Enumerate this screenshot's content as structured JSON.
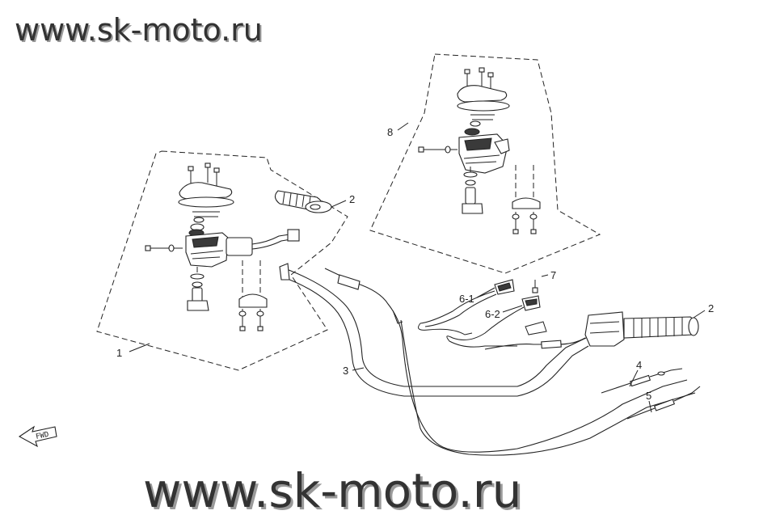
{
  "watermark": {
    "top": "www.sk-moto.ru",
    "bottom": "www.sk-moto.ru"
  },
  "direction_label": "FWD",
  "callouts": {
    "c1": "1",
    "c2a": "2",
    "c2b": "2",
    "c3": "3",
    "c4": "4",
    "c5": "5",
    "c6_1": "6-1",
    "c6_2": "6-2",
    "c7": "7",
    "c8": "8"
  }
}
